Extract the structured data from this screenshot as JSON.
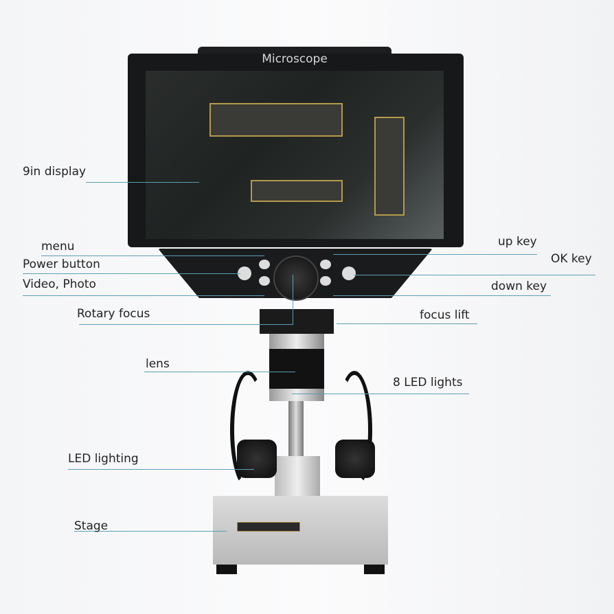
{
  "device": {
    "screen_title": "Microscope"
  },
  "callouts": {
    "display": "9in display",
    "menu": "menu",
    "power": "Power button",
    "video_photo": "Video, Photo",
    "rotary_focus": "Rotary focus",
    "lens": "lens",
    "led_lighting": "LED lighting",
    "stage": "Stage",
    "up_key": "up key",
    "ok_key": "OK key",
    "down_key": "down key",
    "focus_lift": "focus lift",
    "led_lights": "8 LED lights"
  },
  "colors": {
    "leader_line": "#5aa0b8",
    "device_body": "#16181a"
  }
}
